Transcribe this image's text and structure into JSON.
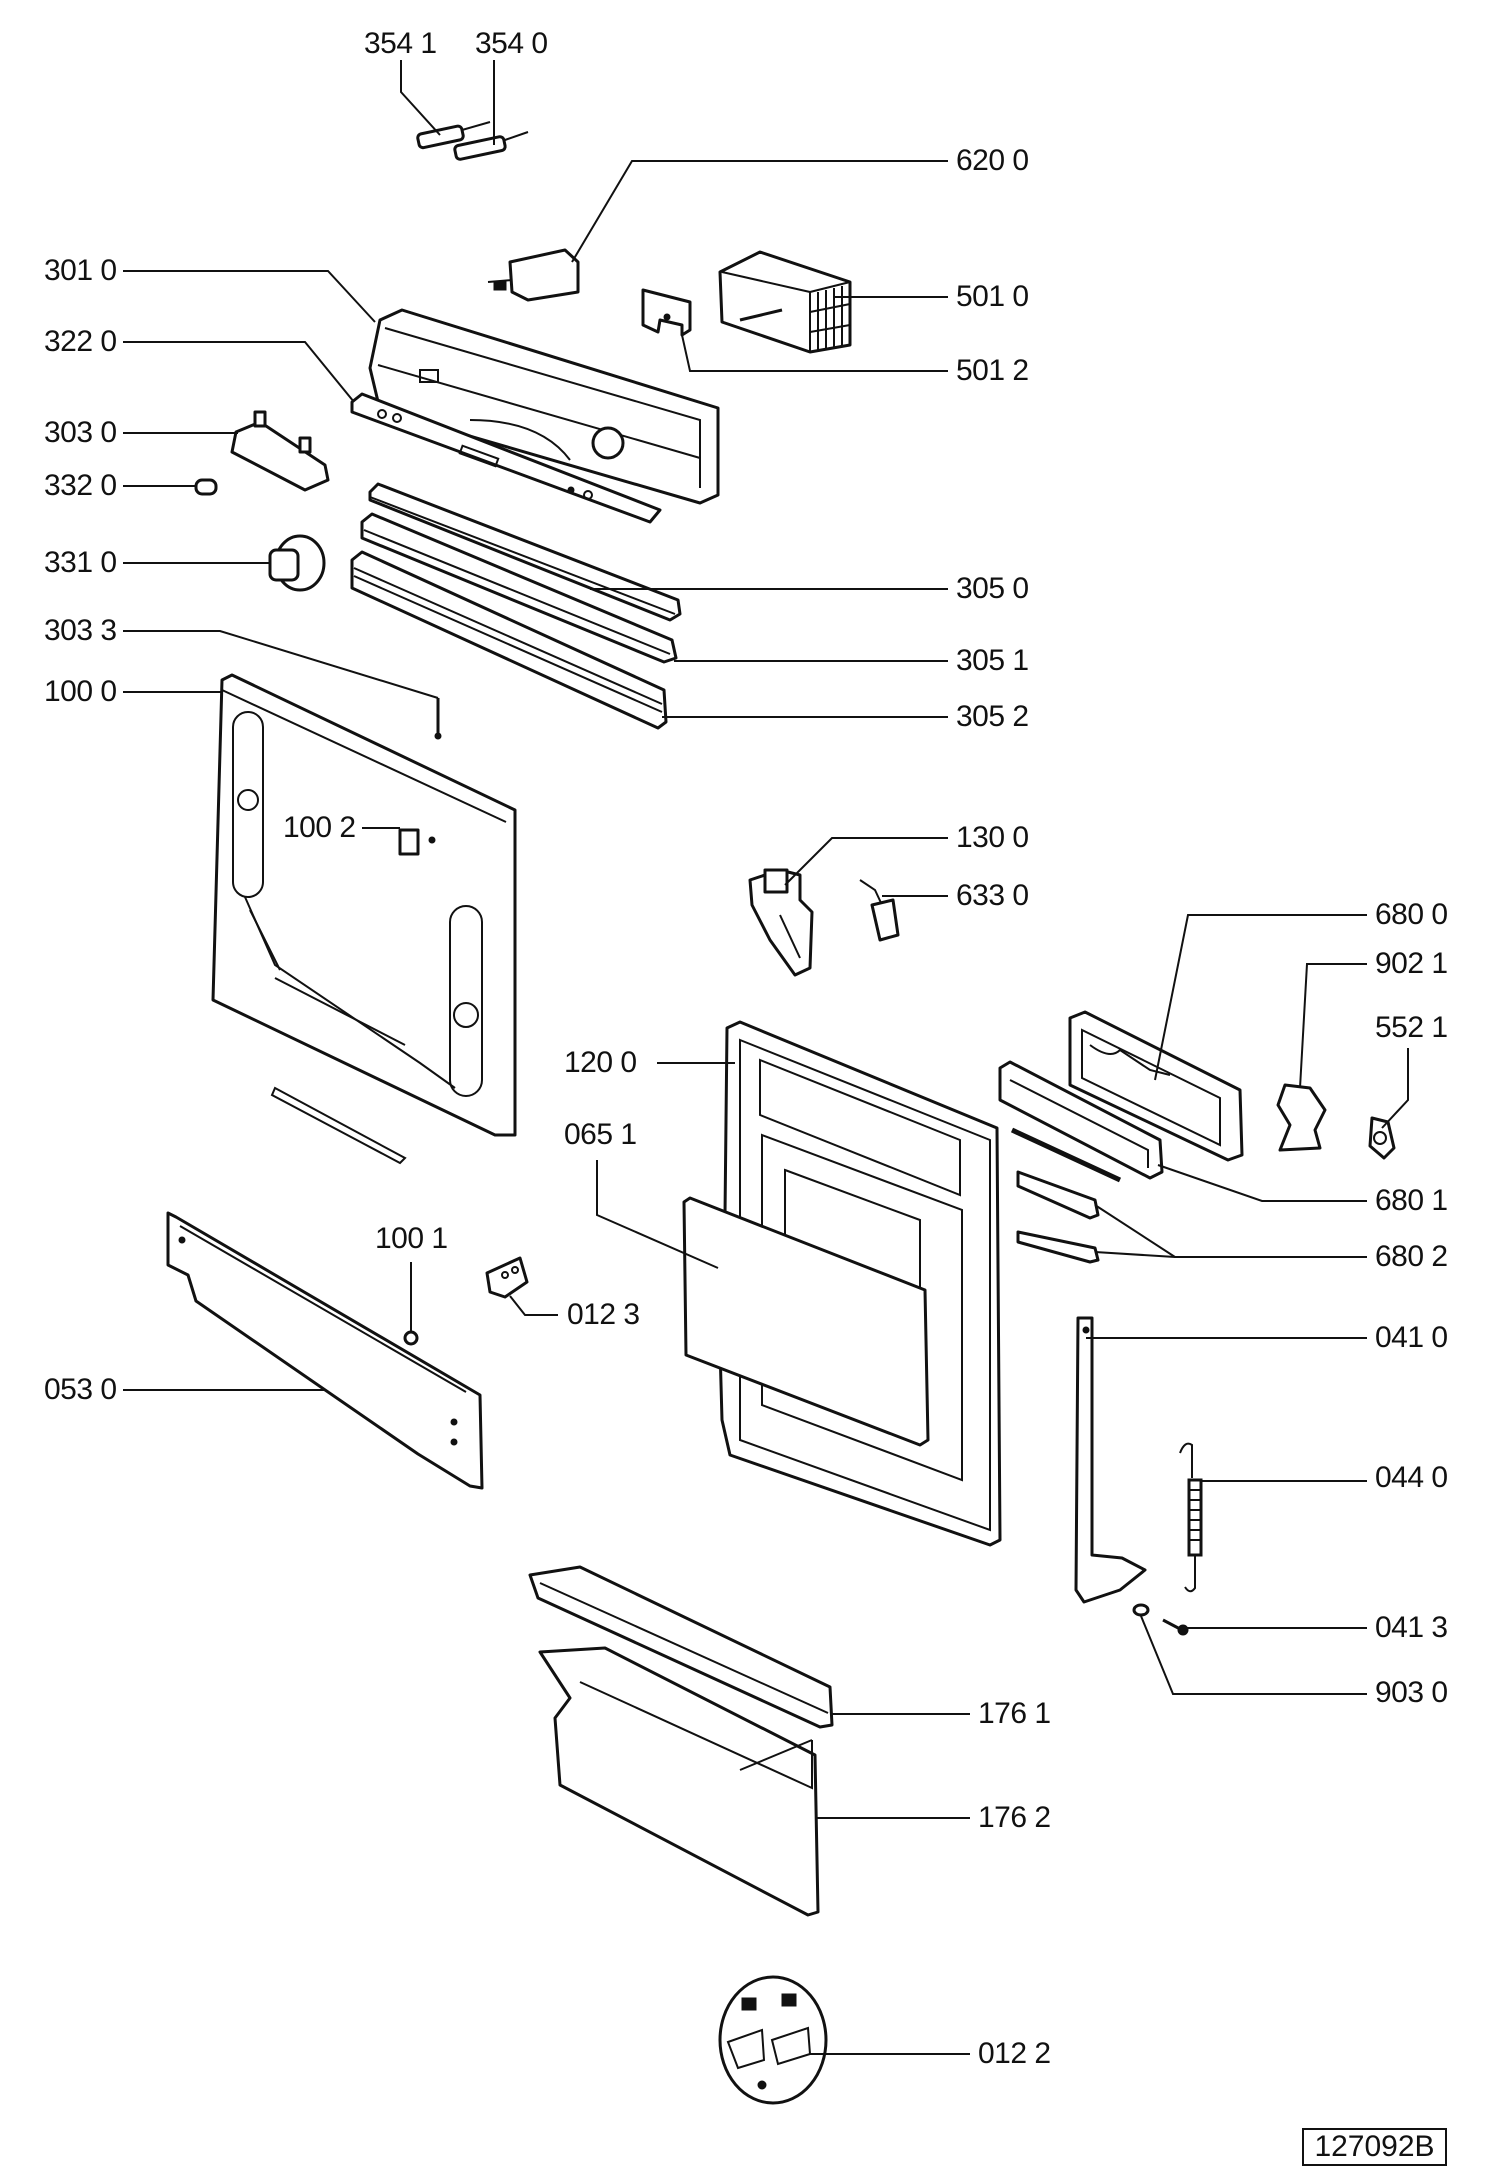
{
  "diagram": {
    "type": "exploded-parts-diagram",
    "subject": "dishwasher door and control panel assembly",
    "document_id": "127092B",
    "parts": [
      {
        "id": "p3541",
        "label": "354 1"
      },
      {
        "id": "p3540",
        "label": "354 0"
      },
      {
        "id": "p6200",
        "label": "620 0"
      },
      {
        "id": "p3010",
        "label": "301 0"
      },
      {
        "id": "p5010",
        "label": "501 0"
      },
      {
        "id": "p3220",
        "label": "322 0"
      },
      {
        "id": "p5012",
        "label": "501 2"
      },
      {
        "id": "p3030",
        "label": "303 0"
      },
      {
        "id": "p3320",
        "label": "332 0"
      },
      {
        "id": "p3310",
        "label": "331 0"
      },
      {
        "id": "p3050",
        "label": "305 0"
      },
      {
        "id": "p3033",
        "label": "303 3"
      },
      {
        "id": "p3051",
        "label": "305 1"
      },
      {
        "id": "p1000",
        "label": "100 0"
      },
      {
        "id": "p3052",
        "label": "305 2"
      },
      {
        "id": "p1002",
        "label": "100 2"
      },
      {
        "id": "p1300",
        "label": "130 0"
      },
      {
        "id": "p6330",
        "label": "633 0"
      },
      {
        "id": "p6800",
        "label": "680 0"
      },
      {
        "id": "p9021",
        "label": "902 1"
      },
      {
        "id": "p5521",
        "label": "552 1"
      },
      {
        "id": "p1200",
        "label": "120 0"
      },
      {
        "id": "p0651",
        "label": "065 1"
      },
      {
        "id": "p6801",
        "label": "680 1"
      },
      {
        "id": "p1001",
        "label": "100 1"
      },
      {
        "id": "p6802",
        "label": "680 2"
      },
      {
        "id": "p0123",
        "label": "012 3"
      },
      {
        "id": "p0410",
        "label": "041 0"
      },
      {
        "id": "p0530",
        "label": "053 0"
      },
      {
        "id": "p0440",
        "label": "044 0"
      },
      {
        "id": "p0413",
        "label": "041 3"
      },
      {
        "id": "p9030",
        "label": "903 0"
      },
      {
        "id": "p1761",
        "label": "176 1"
      },
      {
        "id": "p1762",
        "label": "176 2"
      },
      {
        "id": "p0122",
        "label": "012 2"
      }
    ]
  }
}
